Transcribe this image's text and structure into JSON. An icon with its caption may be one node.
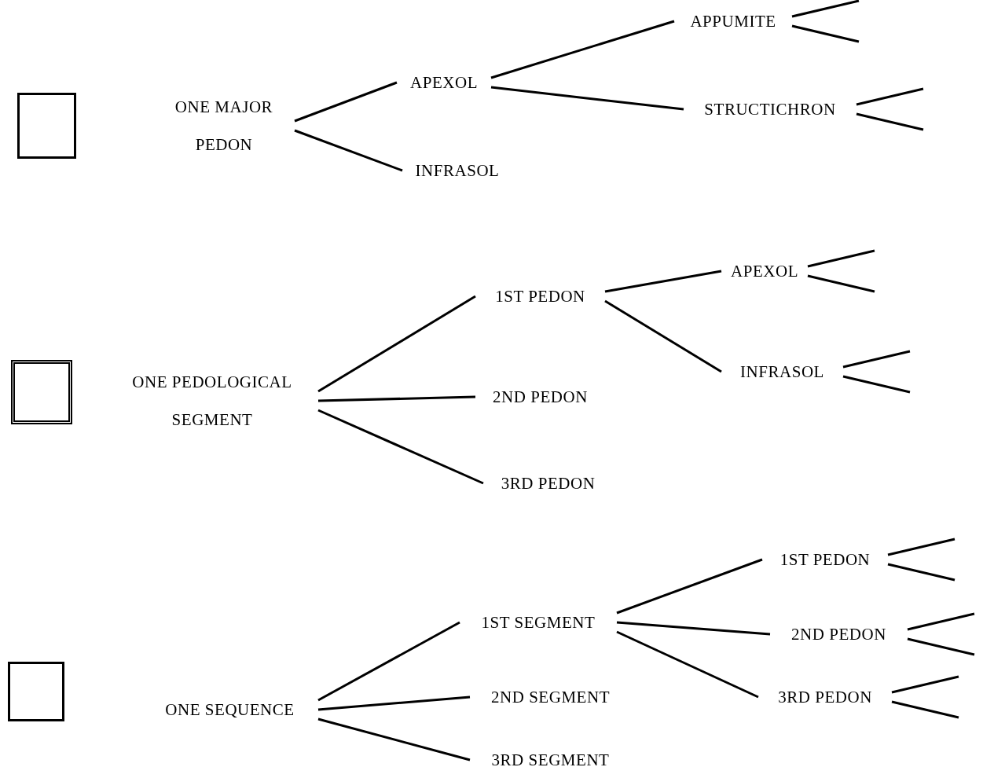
{
  "diagram": {
    "nodes": [
      {
        "text": [],
        "shape": "box"
      },
      {
        "text": [
          "ONE MAJOR PEDON"
        ]
      },
      {
        "text": [
          "APEXOL"
        ]
      },
      {
        "text": [
          "INFRASOL"
        ]
      },
      {
        "text": [
          "APPUMITE"
        ]
      },
      {
        "text": [
          "STRUCTICHRON"
        ]
      },
      {
        "text": [],
        "shape": "box"
      },
      {
        "text": [
          "ONE PEDOLOGICAL SEGMENT"
        ]
      },
      {
        "text": [
          "1ST PEDON"
        ]
      },
      {
        "text": [
          "2ND PEDON"
        ]
      },
      {
        "text": [
          "3RD PEDON"
        ]
      },
      {
        "text": [
          "APEXOL"
        ]
      },
      {
        "text": [
          "INFRASOL"
        ]
      },
      {
        "text": [],
        "shape": "box"
      },
      {
        "text": [
          "ONE SEQUENCE"
        ]
      },
      {
        "text": [
          "1ST SEGMENT"
        ]
      },
      {
        "text": [
          "2ND SEGMENT"
        ]
      },
      {
        "text": [
          "3RD SEGMENT"
        ]
      },
      {
        "text": [
          "1ST PEDON"
        ]
      },
      {
        "text": [
          "2ND PEDON"
        ]
      },
      {
        "text": [
          "3RD PEDON"
        ]
      }
    ],
    "edges": [
      {
        "from": 1,
        "to": 2,
        "arrow": "none"
      },
      {
        "from": 1,
        "to": 3,
        "arrow": "none"
      },
      {
        "from": 2,
        "to": 4,
        "arrow": "none"
      },
      {
        "from": 2,
        "to": 5,
        "arrow": "none"
      },
      {
        "from": 4,
        "to": null,
        "arrow": "none"
      },
      {
        "from": 4,
        "to": null,
        "arrow": "none"
      },
      {
        "from": 5,
        "to": null,
        "arrow": "none"
      },
      {
        "from": 5,
        "to": null,
        "arrow": "none"
      },
      {
        "from": 7,
        "to": 8,
        "arrow": "none"
      },
      {
        "from": 7,
        "to": 9,
        "arrow": "none"
      },
      {
        "from": 7,
        "to": 10,
        "arrow": "none"
      },
      {
        "from": 8,
        "to": 11,
        "arrow": "none"
      },
      {
        "from": 8,
        "to": 12,
        "arrow": "none"
      },
      {
        "from": 11,
        "to": null,
        "arrow": "none"
      },
      {
        "from": 11,
        "to": null,
        "arrow": "none"
      },
      {
        "from": 12,
        "to": null,
        "arrow": "none"
      },
      {
        "from": 12,
        "to": null,
        "arrow": "none"
      },
      {
        "from": 14,
        "to": 15,
        "arrow": "none"
      },
      {
        "from": 14,
        "to": 16,
        "arrow": "none"
      },
      {
        "from": 14,
        "to": 17,
        "arrow": "none"
      },
      {
        "from": 15,
        "to": 18,
        "arrow": "none"
      },
      {
        "from": 15,
        "to": 19,
        "arrow": "none"
      },
      {
        "from": 15,
        "to": 20,
        "arrow": "none"
      },
      {
        "from": 18,
        "to": null,
        "arrow": "none"
      },
      {
        "from": 18,
        "to": null,
        "arrow": "none"
      },
      {
        "from": 19,
        "to": null,
        "arrow": "none"
      },
      {
        "from": 19,
        "to": null,
        "arrow": "none"
      },
      {
        "from": 20,
        "to": null,
        "arrow": "none"
      },
      {
        "from": 20,
        "to": null,
        "arrow": "none"
      }
    ]
  }
}
